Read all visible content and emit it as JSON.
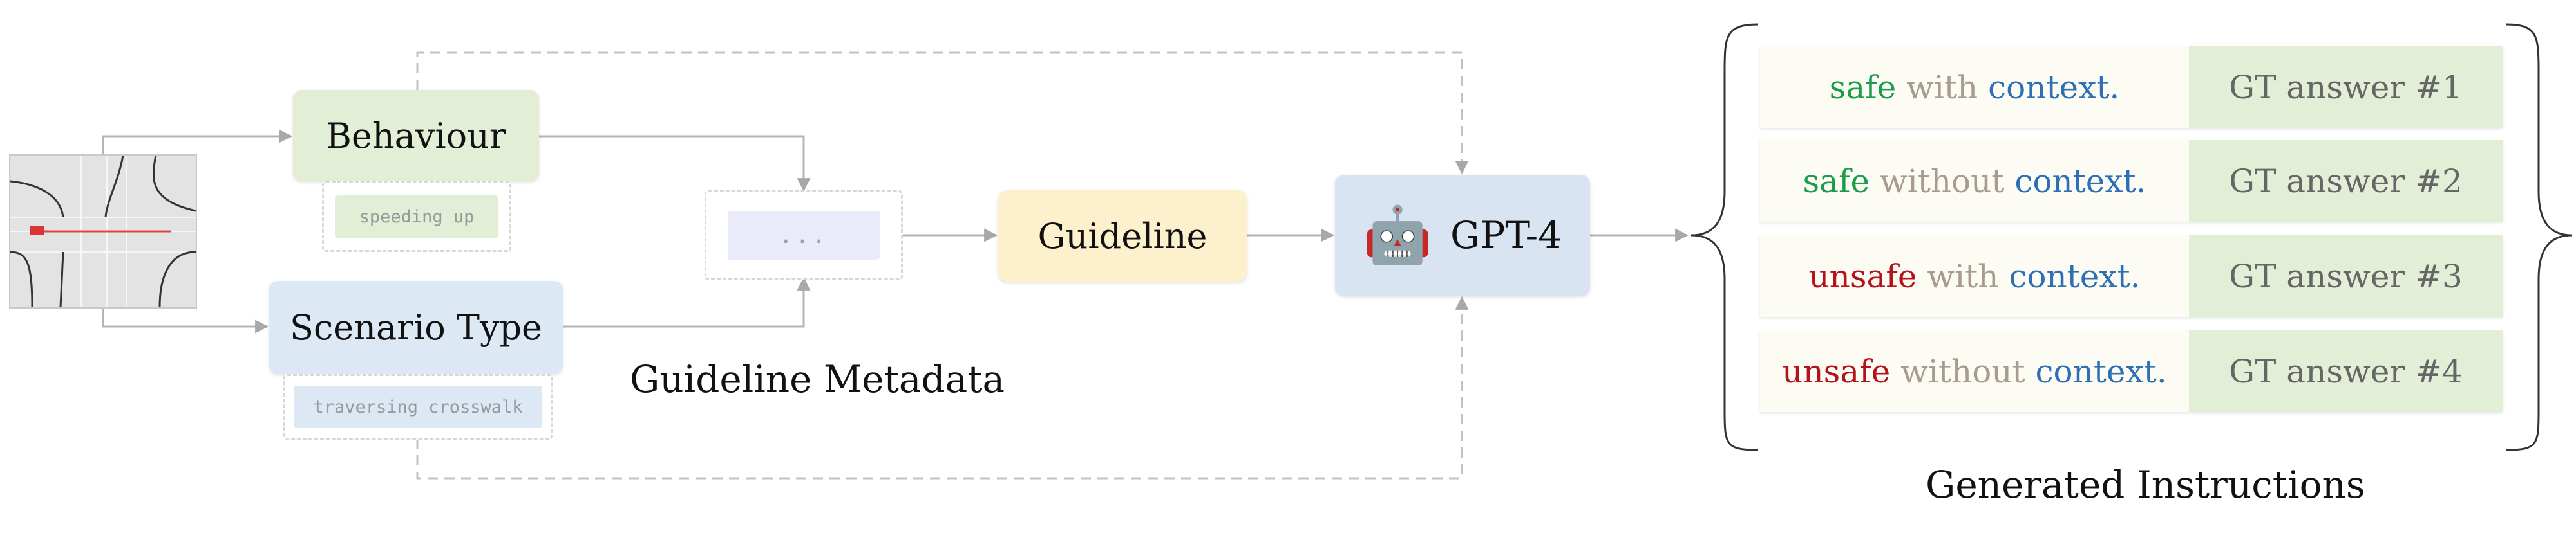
{
  "nodes": {
    "behaviour": "Behaviour",
    "behaviour_tag": "speeding up",
    "scenario": "Scenario Type",
    "scenario_tag": "traversing crosswalk",
    "metadata_placeholder": "...",
    "guideline": "Guideline",
    "gpt_robot": "🤖",
    "gpt": "GPT-4"
  },
  "labels": {
    "guideline_metadata": "Guideline Metadata",
    "generated_instructions": "Generated Instructions"
  },
  "instructions": [
    {
      "safety": "safe",
      "safety_type": "safe",
      "context_word": "with",
      "context": "context.",
      "answer": "GT answer #1"
    },
    {
      "safety": "safe",
      "safety_type": "safe",
      "context_word": "without",
      "context": "context.",
      "answer": "GT answer #2"
    },
    {
      "safety": "unsafe",
      "safety_type": "unsafe",
      "context_word": "with",
      "context": "context.",
      "answer": "GT answer #3"
    },
    {
      "safety": "unsafe",
      "safety_type": "unsafe",
      "context_word": "without",
      "context": "context.",
      "answer": "GT answer #4"
    }
  ],
  "colors": {
    "safe": "#1c9c48",
    "unsafe": "#b3141c",
    "with_without": "#a89c90",
    "context": "#2f6fb5",
    "behaviour_fill": "#e3eed7",
    "scenario_fill": "#dde8f5",
    "guideline_fill": "#fdf0cd",
    "gpt_fill": "#d9e4f3",
    "answer_fill": "#e3eed7"
  }
}
